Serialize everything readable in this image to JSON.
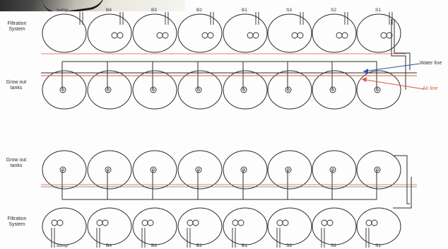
{
  "top_section": {
    "filtration_label": "Filtration System",
    "growout_label": "Grow out tanks",
    "columns": [
      "sump",
      "B4",
      "B3",
      "B2",
      "B1",
      "S3",
      "S2",
      "S1"
    ]
  },
  "bottom_section": {
    "growout_label": "Grow out tanks",
    "filtration_label": "Filtration System",
    "columns": [
      "sump",
      "B4",
      "B3",
      "B2",
      "B1",
      "S3",
      "S2",
      "S1"
    ]
  },
  "legend": {
    "water_line": "Water line",
    "air_line": "Air line"
  },
  "colors": {
    "ink": "#2b2b2b",
    "air_line": "#d95a3a",
    "water_arrow": "#2f4fa8",
    "paper": "#fdfdfd"
  }
}
